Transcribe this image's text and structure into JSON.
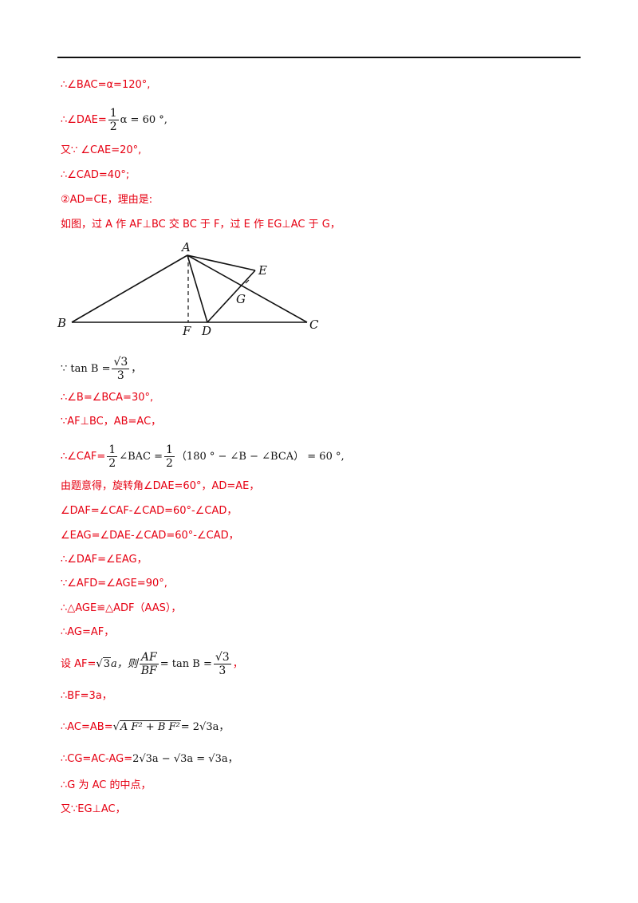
{
  "lines": {
    "l1": "∴∠BAC=α=120°,",
    "l2_pre": "∴∠DAE=",
    "l2_num": "1",
    "l2_den": "2",
    "l2_post": "α = 60 °,",
    "l3": "又∵ ∠CAE=20°,",
    "l4": "∴∠CAD=40°;",
    "l5": "②AD=CE，理由是:",
    "l6": "如图，过 A 作 AF⊥BC 交 BC 于 F，过 E 作 EG⊥AC 于 G，",
    "l7_pre": "∵ tan B =",
    "l7_num": "√3",
    "l7_den": "3",
    "l7_post": "，",
    "l8": "∴∠B=∠BCA=30°,",
    "l9": "∵AF⊥BC，AB=AC，",
    "l10_pre": "∴∠CAF=",
    "l10_num1": "1",
    "l10_den1": "2",
    "l10_mid": "∠BAC =",
    "l10_num2": "1",
    "l10_den2": "2",
    "l10_post": "（180 ° − ∠B − ∠BCA） = 60 °,",
    "l11": "由题意得，旋转角∠DAE=60°，AD=AE，",
    "l12": "∠DAF=∠CAF-∠CAD=60°-∠CAD，",
    "l13": "∠EAG=∠DAE-∠CAD=60°-∠CAD，",
    "l14": "∴∠DAF=∠EAG，",
    "l15": "∵∠AFD=∠AGE=90°,",
    "l16": "∴△AGE≌△ADF（AAS），",
    "l17": "∴AG=AF，",
    "l18_pre": "设 AF=",
    "l18_sqrt": "3",
    "l18_a": "a，则",
    "l18_num": "AF",
    "l18_den": "BF",
    "l18_eq": "= tan B =",
    "l18_num2": "√3",
    "l18_den2": "3",
    "l18_post": "，",
    "l19": "∴BF=3a，",
    "l20_pre": "∴AC=AB=",
    "l20_rad": "A F² + B F²",
    "l20_post": "= 2√3a，",
    "l21_pre": "∴CG=AC-AG=",
    "l21_expr": "2√3a − √3a = √3a，",
    "l22": "∴G 为 AC 的中点，",
    "l23": "又∵EG⊥AC，"
  },
  "figure": {
    "labels": {
      "A": "A",
      "B": "B",
      "C": "C",
      "D": "D",
      "E": "E",
      "F": "F",
      "G": "G"
    }
  }
}
